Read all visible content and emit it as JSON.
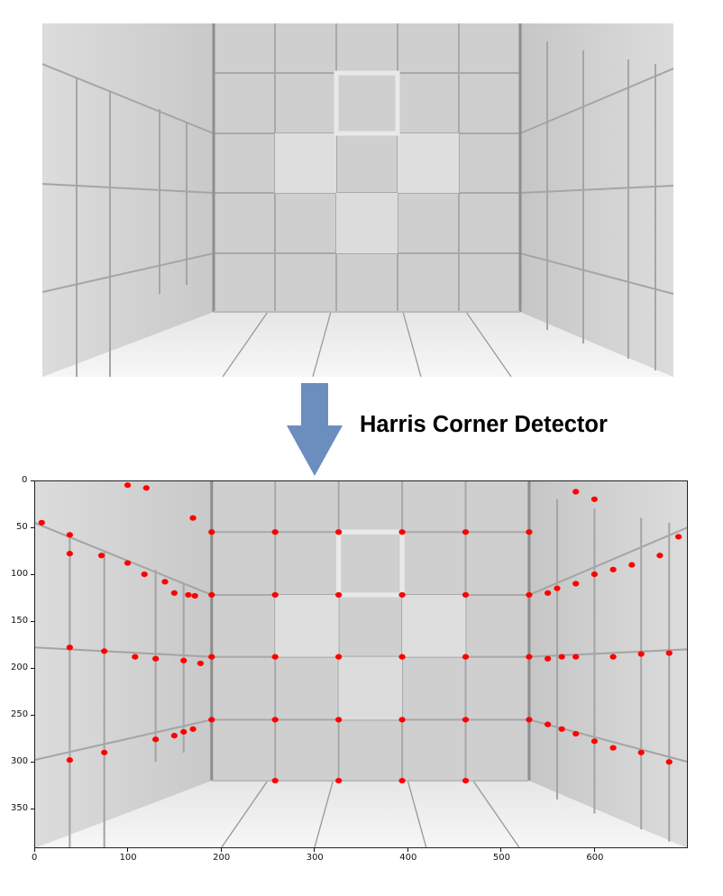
{
  "caption": "Harris Corner Detector",
  "arrow_color": "#6c8ebf",
  "corner_color": "#ff0000",
  "result_axes": {
    "x_ticks": [
      "0",
      "100",
      "200",
      "300",
      "400",
      "500",
      "600"
    ],
    "y_ticks": [
      "0",
      "50",
      "100",
      "150",
      "200",
      "250",
      "300",
      "350"
    ]
  }
}
